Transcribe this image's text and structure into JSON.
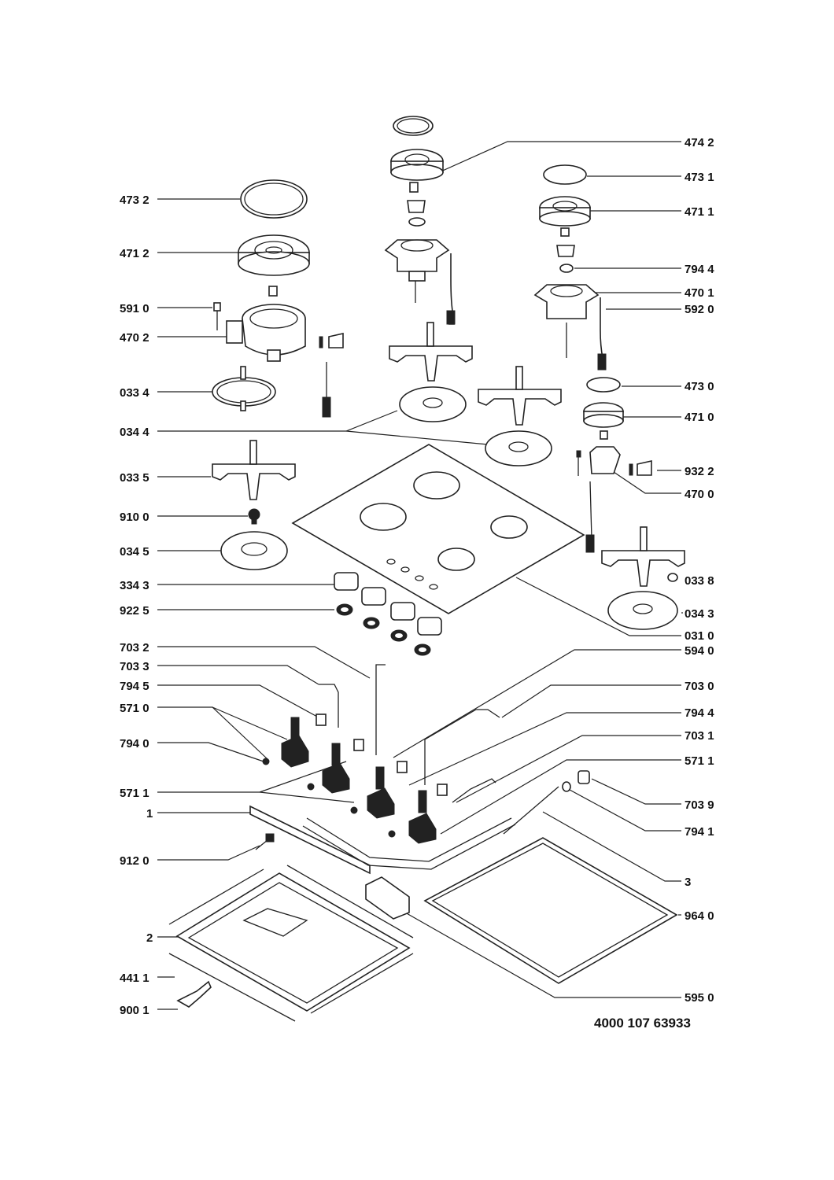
{
  "document_number": "4000 107 63933",
  "labels": {
    "p4742": "474 2",
    "p4731": "473 1",
    "p4711": "471 1",
    "p7944a": "794 4",
    "p4701": "470 1",
    "p5920": "592 0",
    "p4730": "473 0",
    "p4710": "471 0",
    "p9322": "932 2",
    "p4700": "470 0",
    "p0338": "033 8",
    "p0343": "034 3",
    "p0310": "031 0",
    "p5940": "594 0",
    "p7030": "703 0",
    "p7944b": "794 4",
    "p7031": "703 1",
    "p5711r": "571 1",
    "p7039": "703 9",
    "p7941": "794 1",
    "p3": "3",
    "p9640": "964 0",
    "p5950": "595 0",
    "p4732": "473 2",
    "p4712": "471 2",
    "p5910": "591 0",
    "p4702": "470 2",
    "p0334": "033 4",
    "p0344": "034 4",
    "p0335": "033 5",
    "p9100": "910 0",
    "p0345": "034 5",
    "p3343": "334 3",
    "p9225": "922 5",
    "p7032": "703 2",
    "p7033": "703 3",
    "p7945": "794 5",
    "p5710": "571 0",
    "p7940": "794 0",
    "p5711l": "571 1",
    "p1": "1",
    "p9120": "912 0",
    "p2": "2",
    "p4411": "441 1",
    "p9001": "900 1"
  }
}
